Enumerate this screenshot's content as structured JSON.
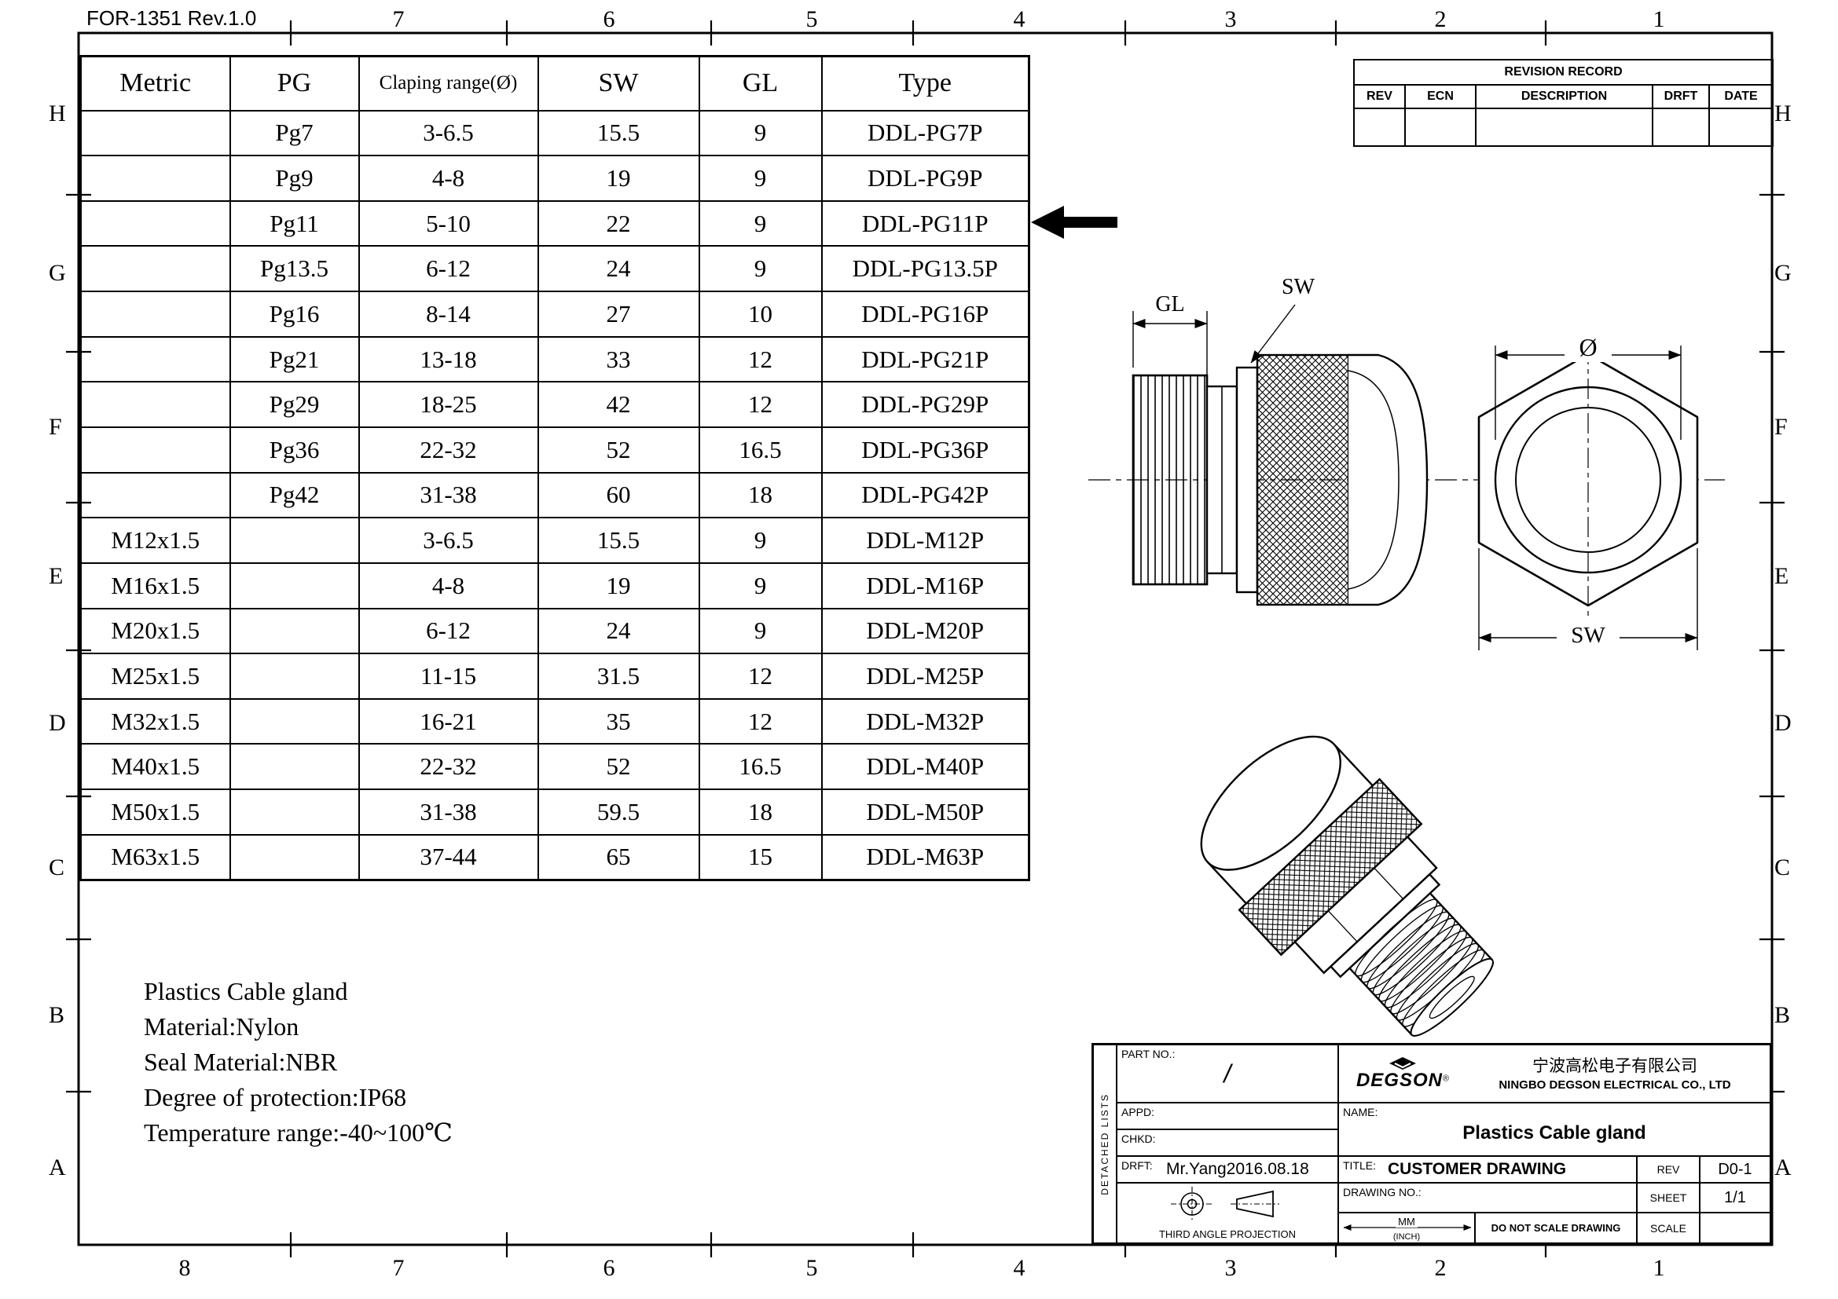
{
  "meta": {
    "form_ref": "FOR-1351 Rev.1.0"
  },
  "border": {
    "top_labels": [
      "7",
      "6",
      "5",
      "4",
      "3",
      "2",
      "1"
    ],
    "bottom_labels": [
      "8",
      "7",
      "6",
      "5",
      "4",
      "3",
      "2",
      "1"
    ],
    "left_labels": [
      "H",
      "G",
      "F",
      "E",
      "D",
      "C",
      "B",
      "A"
    ],
    "right_labels": [
      "H",
      "G",
      "F",
      "E",
      "D",
      "C",
      "B",
      "A"
    ]
  },
  "spec_table": {
    "headers": [
      "Metric",
      "PG",
      "Claping range(Ø)",
      "SW",
      "GL",
      "Type"
    ],
    "rows": [
      [
        "",
        "Pg7",
        "3-6.5",
        "15.5",
        "9",
        "DDL-PG7P"
      ],
      [
        "",
        "Pg9",
        "4-8",
        "19",
        "9",
        "DDL-PG9P"
      ],
      [
        "",
        "Pg11",
        "5-10",
        "22",
        "9",
        "DDL-PG11P"
      ],
      [
        "",
        "Pg13.5",
        "6-12",
        "24",
        "9",
        "DDL-PG13.5P"
      ],
      [
        "",
        "Pg16",
        "8-14",
        "27",
        "10",
        "DDL-PG16P"
      ],
      [
        "",
        "Pg21",
        "13-18",
        "33",
        "12",
        "DDL-PG21P"
      ],
      [
        "",
        "Pg29",
        "18-25",
        "42",
        "12",
        "DDL-PG29P"
      ],
      [
        "",
        "Pg36",
        "22-32",
        "52",
        "16.5",
        "DDL-PG36P"
      ],
      [
        "",
        "Pg42",
        "31-38",
        "60",
        "18",
        "DDL-PG42P"
      ],
      [
        "M12x1.5",
        "",
        "3-6.5",
        "15.5",
        "9",
        "DDL-M12P"
      ],
      [
        "M16x1.5",
        "",
        "4-8",
        "19",
        "9",
        "DDL-M16P"
      ],
      [
        "M20x1.5",
        "",
        "6-12",
        "24",
        "9",
        "DDL-M20P"
      ],
      [
        "M25x1.5",
        "",
        "11-15",
        "31.5",
        "12",
        "DDL-M25P"
      ],
      [
        "M32x1.5",
        "",
        "16-21",
        "35",
        "12",
        "DDL-M32P"
      ],
      [
        "M40x1.5",
        "",
        "22-32",
        "52",
        "16.5",
        "DDL-M40P"
      ],
      [
        "M50x1.5",
        "",
        "31-38",
        "59.5",
        "18",
        "DDL-M50P"
      ],
      [
        "M63x1.5",
        "",
        "37-44",
        "65",
        "15",
        "DDL-M63P"
      ]
    ],
    "arrow_marks_row": "DDL-PG11P"
  },
  "revision_table": {
    "title": "REVISION RECORD",
    "headers": [
      "REV",
      "ECN",
      "DESCRIPTION",
      "DRFT",
      "DATE"
    ]
  },
  "notes": [
    "Plastics Cable gland",
    "Material:Nylon",
    "Seal Material:NBR",
    "Degree of protection:IP68",
    "Temperature range:-40~100℃"
  ],
  "drawing": {
    "labels": {
      "gl": "GL",
      "sw_side": "SW",
      "diameter": "Ø",
      "sw_front": "SW"
    }
  },
  "title_block": {
    "detached_lists": "DETACHED LISTS",
    "part_no_label": "PART NO.:",
    "part_no_value": "/",
    "appd_label": "APPD:",
    "chkd_label": "CHKD:",
    "drft_label": "DRFT:",
    "drft_value": "Mr.Yang2016.08.18",
    "projection_label": "THIRD ANGLE PROJECTION",
    "logo_text": "DEGSON",
    "logo_reg": "®",
    "company_cn": "宁波高松电子有限公司",
    "company_en": "NINGBO DEGSON ELECTRICAL CO., LTD",
    "name_label": "NAME:",
    "name_value": "Plastics Cable gland",
    "title_label": "TITLE:",
    "title_value": "CUSTOMER DRAWING",
    "rev_label": "REV",
    "rev_value": "D0-1",
    "drawing_no_label": "DRAWING NO.:",
    "sheet_label": "SHEET",
    "sheet_value": "1/1",
    "units_line1": "MM",
    "units_line2": "(INCH)",
    "do_not_scale": "DO NOT SCALE DRAWING",
    "scale_label": "SCALE"
  }
}
